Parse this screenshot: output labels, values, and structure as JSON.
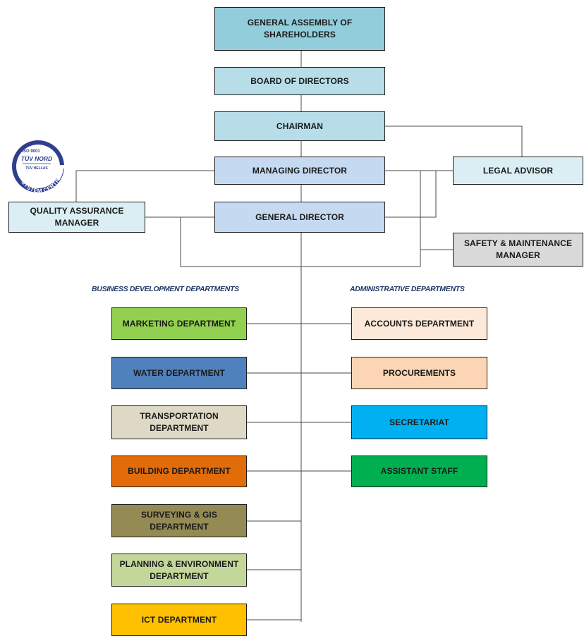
{
  "headings": {
    "business": "BUSINESS DEVELOPMENT DEPARTMENTS",
    "administrative": "ADMINISTRATIVE DEPARTMENTS"
  },
  "boxes": {
    "general_assembly": "GENERAL ASSEMBLY OF SHAREHOLDERS",
    "board_of_directors": "BOARD OF DIRECTORS",
    "chairman": "CHAIRMAN",
    "managing_director": "MANAGING DIRECTOR",
    "legal_advisor": "LEGAL ADVISOR",
    "quality_assurance": "QUALITY ASSURANCE MANAGER",
    "general_director": "GENERAL DIRECTOR",
    "safety_maintenance": "SAFETY & MAINTENANCE MANAGER",
    "marketing": "MARKETING DEPARTMENT",
    "water": "WATER DEPARTMENT",
    "transportation": "TRANSPORTATION DEPARTMENT",
    "building": "BUILDING DEPARTMENT",
    "surveying": "SURVEYING & GIS DEPARTMENT",
    "planning": "PLANNING & ENVIRONMENT DEPARTMENT",
    "ict": "ICT DEPARTMENT",
    "accounts": "ACCOUNTS DEPARTMENT",
    "procurements": "PROCUREMENTS",
    "secretariat": "SECRETARIAT",
    "assistant_staff": "ASSISTANT STAFF"
  },
  "badge": {
    "iso": "ISO 9001",
    "brand": "TÜV NORD",
    "sub": "TÜV HELLAS",
    "ring_text": "SYSTEM CERTIFICATION"
  },
  "colors": {
    "top_teal": "#92cddc",
    "light_teal": "#b7dee8",
    "light_blue": "#c5d9f1",
    "light_cyan_panel": "#dbeef3",
    "gray": "#d9d9d9",
    "green": "#92d050",
    "blue": "#4f81bd",
    "tan": "#ddd9c4",
    "orange": "#e26b0a",
    "olive": "#948a54",
    "light_olive": "#c4d79b",
    "yellow": "#ffc000",
    "peach_light": "#fde9d9",
    "peach": "#fcd5b4",
    "sky": "#00b0f0",
    "dark_green": "#00b050",
    "badge_blue": "#2e3f8f"
  }
}
